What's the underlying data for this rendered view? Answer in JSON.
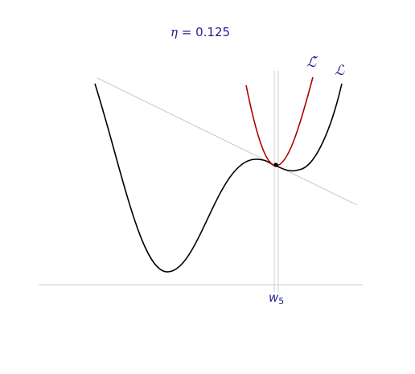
{
  "title": {
    "symbol": "η",
    "equals": " = ",
    "value": "0.125"
  },
  "labels": {
    "loss": "ℒ",
    "surrogate": "ℒ̃",
    "point_base": "w",
    "point_sub": "5"
  },
  "colors": {
    "loss_curve": "#000000",
    "surrogate_curve": "#b00000",
    "tangent_line": "#c8c8c8",
    "axis": "#c8c8c8",
    "text": "#1f1f8f"
  }
}
